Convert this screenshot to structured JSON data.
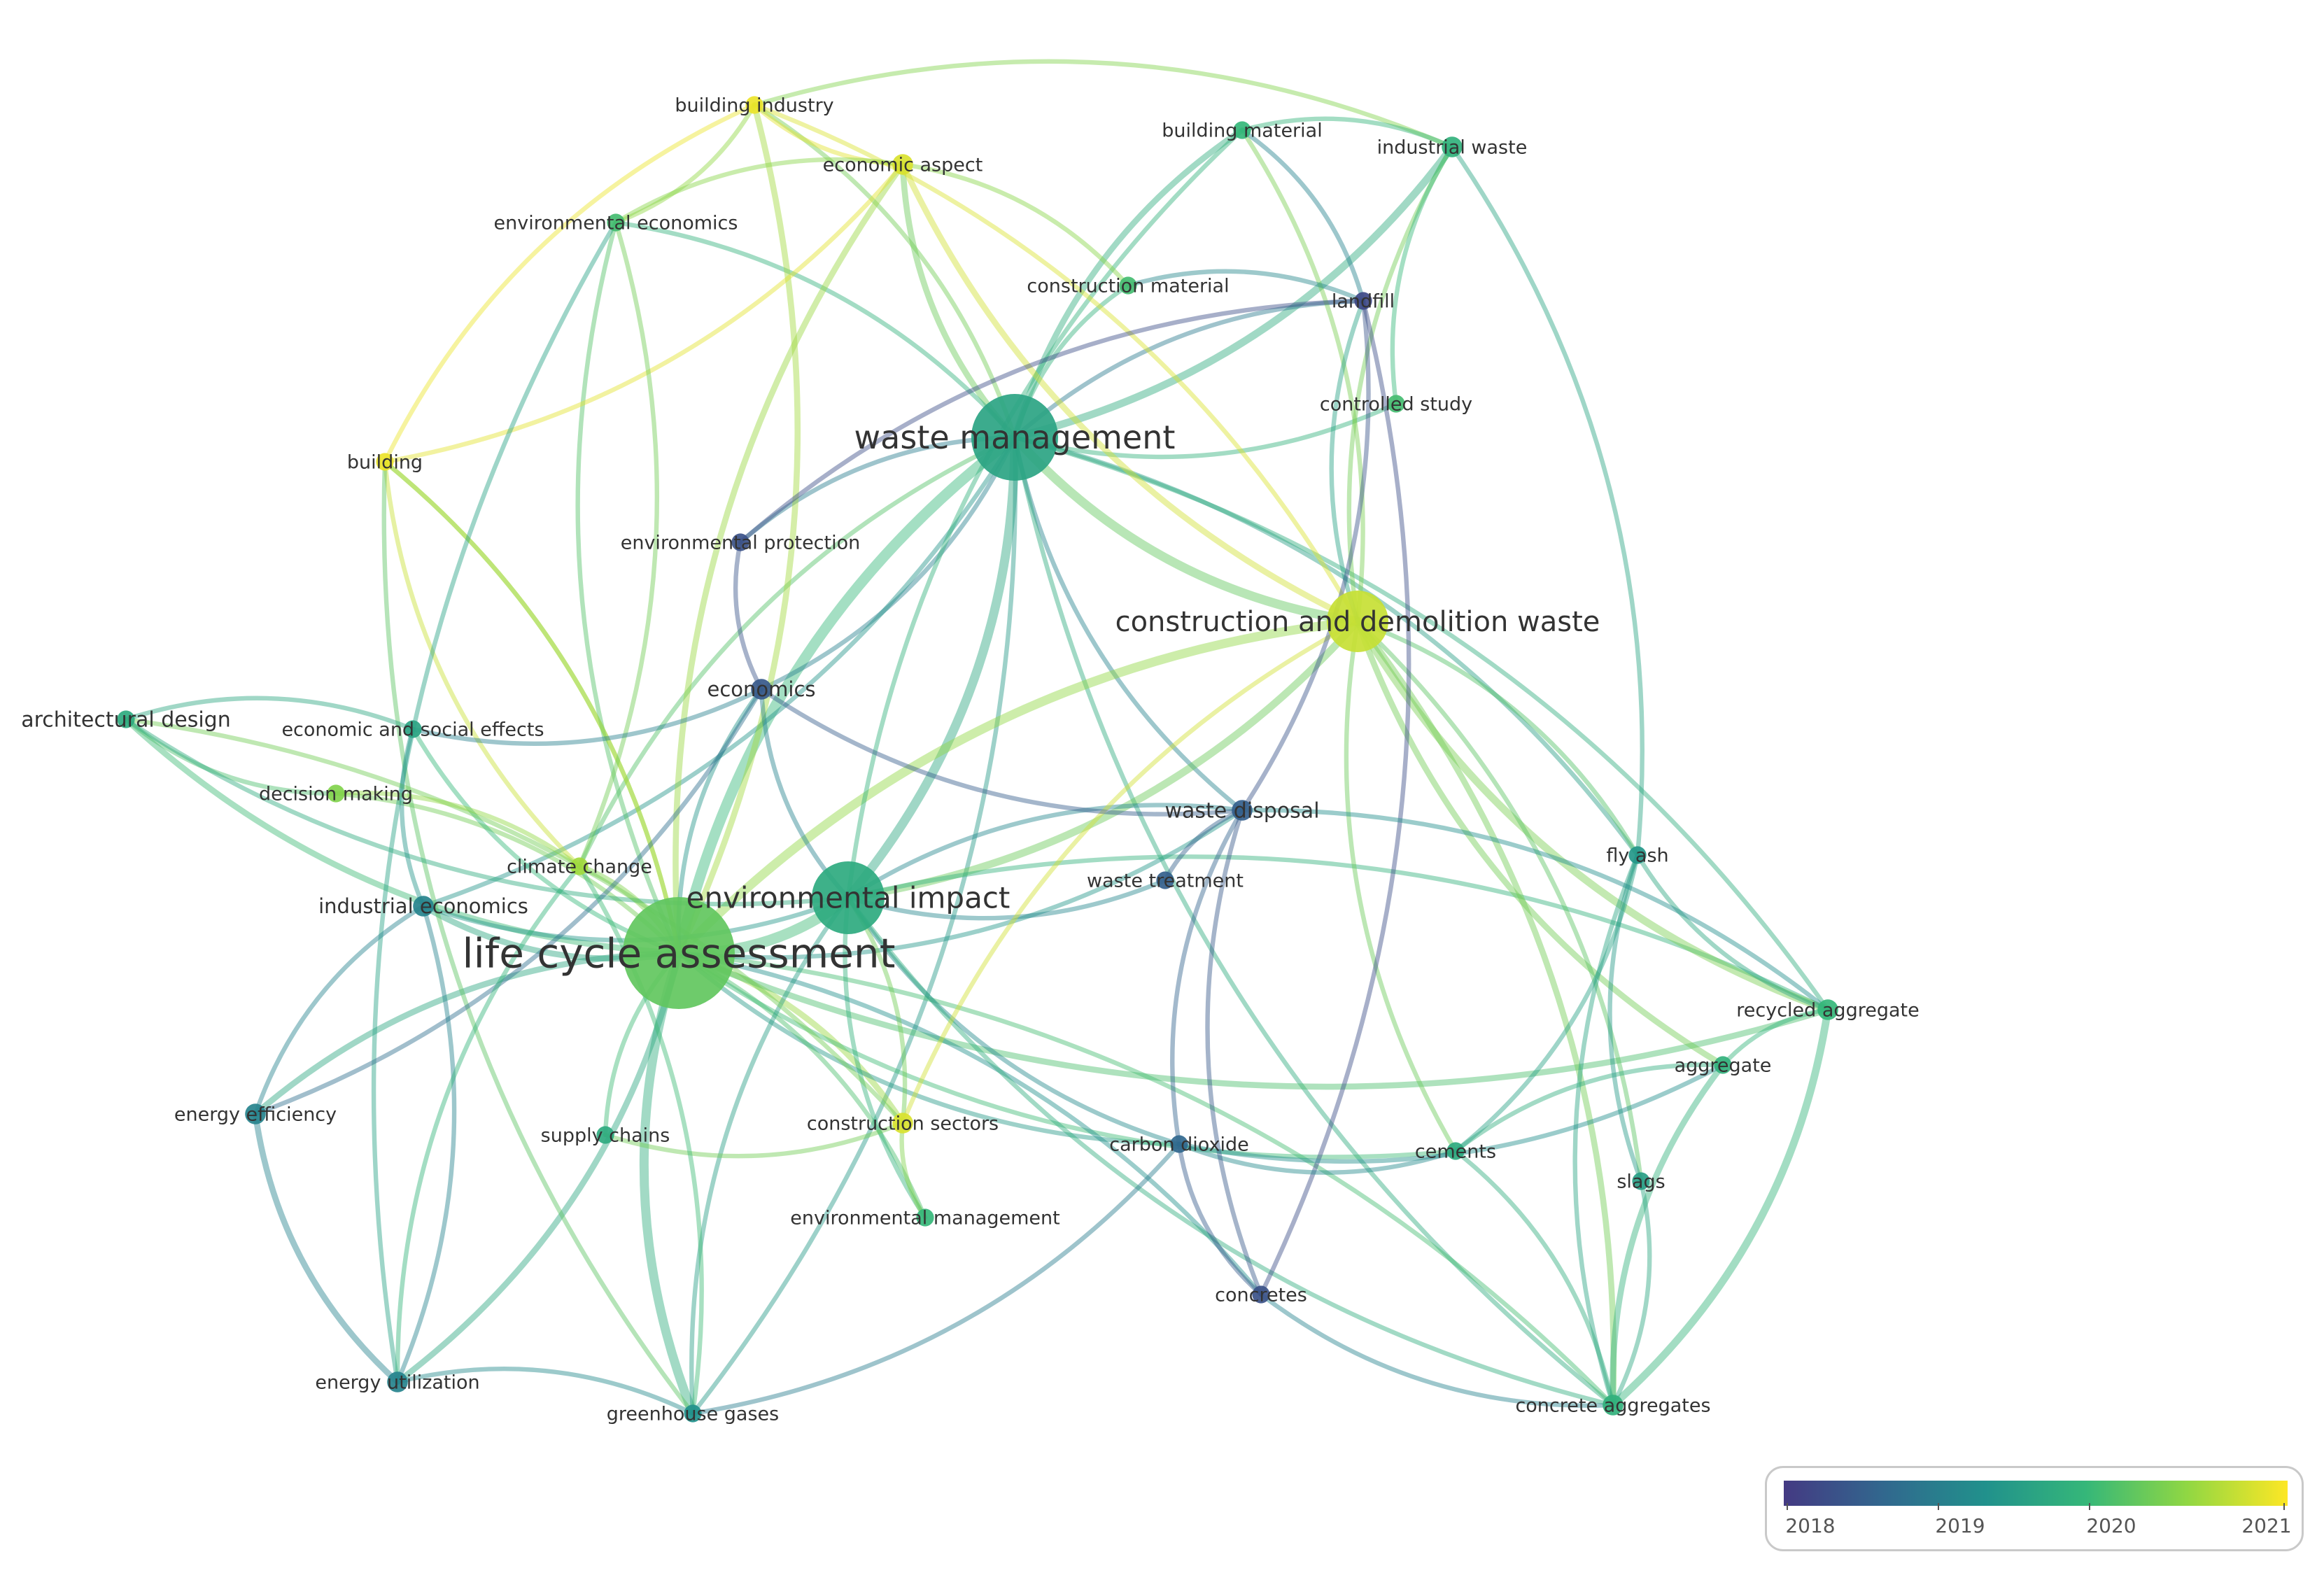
{
  "nodes": [
    {
      "id": "building_industry",
      "label": "building industry",
      "year": 2020.9,
      "weight": 3
    },
    {
      "id": "economic_aspect",
      "label": "economic aspect",
      "year": 2020.8,
      "weight": 4
    },
    {
      "id": "building_material",
      "label": "building material",
      "year": 2019.8,
      "weight": 3
    },
    {
      "id": "industrial_waste",
      "label": "industrial waste",
      "year": 2019.7,
      "weight": 4
    },
    {
      "id": "environmental_economics",
      "label": "environmental economics",
      "year": 2019.9,
      "weight": 3
    },
    {
      "id": "construction_material",
      "label": "construction material",
      "year": 2019.9,
      "weight": 3
    },
    {
      "id": "landfill",
      "label": "landfill",
      "year": 2018.2,
      "weight": 3
    },
    {
      "id": "controlled_study",
      "label": "controlled study",
      "year": 2019.9,
      "weight": 3
    },
    {
      "id": "waste_management",
      "label": "waste management",
      "year": 2019.5,
      "weight": 12
    },
    {
      "id": "building",
      "label": "building",
      "year": 2020.9,
      "weight": 3
    },
    {
      "id": "environmental_protection",
      "label": "environmental protection",
      "year": 2018.3,
      "weight": 3
    },
    {
      "id": "construction_and_demolition_waste",
      "label": "construction and demolition waste",
      "year": 2020.7,
      "weight": 9
    },
    {
      "id": "economics",
      "label": "economics",
      "year": 2018.4,
      "weight": 4
    },
    {
      "id": "architectural_design",
      "label": "architectural design",
      "year": 2019.6,
      "weight": 3
    },
    {
      "id": "economic_and_social_effects",
      "label": "economic and social effects",
      "year": 2019.5,
      "weight": 3
    },
    {
      "id": "decision_making",
      "label": "decision making",
      "year": 2020.3,
      "weight": 3
    },
    {
      "id": "waste_disposal",
      "label": "waste disposal",
      "year": 2018.5,
      "weight": 4
    },
    {
      "id": "climate_change",
      "label": "climate change",
      "year": 2020.5,
      "weight": 3
    },
    {
      "id": "fly_ash",
      "label": "fly ash",
      "year": 2019.3,
      "weight": 3
    },
    {
      "id": "industrial_economics",
      "label": "industrial economics",
      "year": 2019.0,
      "weight": 4
    },
    {
      "id": "environmental_impact",
      "label": "environmental impact",
      "year": 2019.6,
      "weight": 10
    },
    {
      "id": "waste_treatment",
      "label": "waste treatment",
      "year": 2018.5,
      "weight": 3
    },
    {
      "id": "life_cycle_assessment",
      "label": "life cycle assessment",
      "year": 2020.1,
      "weight": 18
    },
    {
      "id": "recycled_aggregate",
      "label": "recycled aggregate",
      "year": 2019.8,
      "weight": 4
    },
    {
      "id": "aggregate",
      "label": "aggregate",
      "year": 2019.7,
      "weight": 3
    },
    {
      "id": "energy_efficiency",
      "label": "energy efficiency",
      "year": 2019.0,
      "weight": 4
    },
    {
      "id": "supply_chains",
      "label": "supply chains",
      "year": 2019.6,
      "weight": 3
    },
    {
      "id": "construction_sectors",
      "label": "construction sectors",
      "year": 2020.8,
      "weight": 4
    },
    {
      "id": "carbon_dioxide",
      "label": "carbon dioxide",
      "year": 2018.6,
      "weight": 3
    },
    {
      "id": "cements",
      "label": "cements",
      "year": 2019.6,
      "weight": 3
    },
    {
      "id": "slags",
      "label": "slags",
      "year": 2019.4,
      "weight": 3
    },
    {
      "id": "environmental_management",
      "label": "environmental management",
      "year": 2019.8,
      "weight": 3
    },
    {
      "id": "concretes",
      "label": "concretes",
      "year": 2018.3,
      "weight": 3
    },
    {
      "id": "energy_utilization",
      "label": "energy utilization",
      "year": 2019.0,
      "weight": 4
    },
    {
      "id": "concrete_aggregates",
      "label": "concrete aggregates",
      "year": 2019.7,
      "weight": 4
    },
    {
      "id": "greenhouse_gases",
      "label": "greenhouse gases",
      "year": 2019.2,
      "weight": 3
    }
  ],
  "edges": [
    [
      "waste_management",
      "life_cycle_assessment",
      6
    ],
    [
      "waste_management",
      "environmental_impact",
      5
    ],
    [
      "waste_management",
      "construction_and_demolition_waste",
      5
    ],
    [
      "waste_management",
      "building_material",
      3
    ],
    [
      "waste_management",
      "industrial_waste",
      4
    ],
    [
      "waste_management",
      "economic_aspect",
      3
    ],
    [
      "waste_management",
      "building_industry",
      2
    ],
    [
      "waste_management",
      "landfill",
      2
    ],
    [
      "waste_management",
      "controlled_study",
      2
    ],
    [
      "waste_management",
      "construction_material",
      2
    ],
    [
      "waste_management",
      "waste_disposal",
      2
    ],
    [
      "waste_management",
      "economics",
      2
    ],
    [
      "waste_management",
      "environmental_economics",
      2
    ],
    [
      "waste_management",
      "fly_ash",
      2
    ],
    [
      "waste_management",
      "concrete_aggregates",
      2
    ],
    [
      "waste_management",
      "recycled_aggregate",
      2
    ],
    [
      "waste_management",
      "climate_change",
      2
    ],
    [
      "waste_management",
      "greenhouse_gases",
      2
    ],
    [
      "waste_management",
      "environmental_protection",
      2
    ],
    [
      "waste_management",
      "industrial_economics",
      2
    ],
    [
      "life_cycle_assessment",
      "environmental_impact",
      6
    ],
    [
      "life_cycle_assessment",
      "construction_and_demolition_waste",
      5
    ],
    [
      "life_cycle_assessment",
      "greenhouse_gases",
      5
    ],
    [
      "life_cycle_assessment",
      "energy_utilization",
      3
    ],
    [
      "life_cycle_assessment",
      "energy_efficiency",
      3
    ],
    [
      "life_cycle_assessment",
      "industrial_economics",
      3
    ],
    [
      "life_cycle_assessment",
      "climate_change",
      3
    ],
    [
      "life_cycle_assessment",
      "architectural_design",
      3
    ],
    [
      "life_cycle_assessment",
      "decision_making",
      2
    ],
    [
      "life_cycle_assessment",
      "economic_and_social_effects",
      2
    ],
    [
      "life_cycle_assessment",
      "supply_chains",
      2
    ],
    [
      "life_cycle_assessment",
      "construction_sectors",
      3
    ],
    [
      "life_cycle_assessment",
      "carbon_dioxide",
      2
    ],
    [
      "life_cycle_assessment",
      "environmental_management",
      2
    ],
    [
      "life_cycle_assessment",
      "building",
      2
    ],
    [
      "life_cycle_assessment",
      "economic_aspect",
      3
    ],
    [
      "life_cycle_assessment",
      "building_industry",
      3
    ],
    [
      "life_cycle_assessment",
      "economics",
      2
    ],
    [
      "life_cycle_assessment",
      "recycled_aggregate",
      3
    ],
    [
      "life_cycle_assessment",
      "concrete_aggregates",
      2
    ],
    [
      "life_cycle_assessment",
      "cements",
      2
    ],
    [
      "life_cycle_assessment",
      "concretes",
      2
    ],
    [
      "life_cycle_assessment",
      "waste_disposal",
      2
    ],
    [
      "life_cycle_assessment",
      "environmental_economics",
      2
    ],
    [
      "environmental_impact",
      "construction_and_demolition_waste",
      4
    ],
    [
      "environmental_impact",
      "economics",
      2
    ],
    [
      "environmental_impact",
      "waste_treatment",
      2
    ],
    [
      "environmental_impact",
      "waste_disposal",
      2
    ],
    [
      "environmental_impact",
      "carbon_dioxide",
      2
    ],
    [
      "environmental_impact",
      "construction_sectors",
      2
    ],
    [
      "environmental_impact",
      "environmental_management",
      2
    ],
    [
      "environmental_impact",
      "industrial_economics",
      2
    ],
    [
      "environmental_impact",
      "greenhouse_gases",
      2
    ],
    [
      "environmental_impact",
      "building_material",
      2
    ],
    [
      "environmental_impact",
      "concrete_aggregates",
      2
    ],
    [
      "environmental_impact",
      "recycled_aggregate",
      2
    ],
    [
      "construction_and_demolition_waste",
      "recycled_aggregate",
      4
    ],
    [
      "construction_and_demolition_waste",
      "concrete_aggregates",
      3
    ],
    [
      "construction_and_demolition_waste",
      "aggregate",
      3
    ],
    [
      "construction_and_demolition_waste",
      "industrial_waste",
      2
    ],
    [
      "construction_and_demolition_waste",
      "building_material",
      2
    ],
    [
      "construction_and_demolition_waste",
      "economic_aspect",
      3
    ],
    [
      "construction_and_demolition_waste",
      "building_industry",
      2
    ],
    [
      "construction_and_demolition_waste",
      "fly_ash",
      2
    ],
    [
      "construction_and_demolition_waste",
      "cements",
      2
    ],
    [
      "construction_and_demolition_waste",
      "landfill",
      2
    ],
    [
      "construction_and_demolition_waste",
      "construction_sectors",
      2
    ],
    [
      "construction_and_demolition_waste",
      "slags",
      2
    ],
    [
      "building_industry",
      "building",
      2
    ],
    [
      "building_industry",
      "environmental_economics",
      2
    ],
    [
      "building_industry",
      "economic_aspect",
      2
    ],
    [
      "building_industry",
      "industrial_waste",
      2
    ],
    [
      "building",
      "climate_change",
      2
    ],
    [
      "building",
      "life_cycle_assessment",
      2
    ],
    [
      "building",
      "greenhouse_gases",
      2
    ],
    [
      "economic_aspect",
      "building",
      2
    ],
    [
      "economic_aspect",
      "environmental_economics",
      2
    ],
    [
      "environmental_economics",
      "climate_change",
      2
    ],
    [
      "environmental_economics",
      "energy_utilization",
      2
    ],
    [
      "landfill",
      "waste_disposal",
      2
    ],
    [
      "landfill",
      "environmental_protection",
      2
    ],
    [
      "landfill",
      "concretes",
      2
    ],
    [
      "landfill",
      "building_material",
      2
    ],
    [
      "controlled_study",
      "industrial_waste",
      2
    ],
    [
      "architectural_design",
      "decision_making",
      2
    ],
    [
      "architectural_design",
      "economic_and_social_effects",
      2
    ],
    [
      "architectural_design",
      "environmental_impact",
      2
    ],
    [
      "architectural_design",
      "construction_sectors",
      2
    ],
    [
      "energy_efficiency",
      "energy_utilization",
      3
    ],
    [
      "energy_efficiency",
      "industrial_economics",
      2
    ],
    [
      "energy_efficiency",
      "economics",
      2
    ],
    [
      "energy_utilization",
      "greenhouse_gases",
      2
    ],
    [
      "energy_utilization",
      "industrial_economics",
      2
    ],
    [
      "energy_utilization",
      "climate_change",
      2
    ],
    [
      "concrete_aggregates",
      "recycled_aggregate",
      4
    ],
    [
      "concrete_aggregates",
      "aggregate",
      3
    ],
    [
      "concrete_aggregates",
      "slags",
      2
    ],
    [
      "concrete_aggregates",
      "fly_ash",
      2
    ],
    [
      "concrete_aggregates",
      "cements",
      2
    ],
    [
      "concrete_aggregates",
      "concretes",
      2
    ],
    [
      "recycled_aggregate",
      "aggregate",
      2
    ],
    [
      "recycled_aggregate",
      "fly_ash",
      2
    ],
    [
      "aggregate",
      "cements",
      2
    ],
    [
      "aggregate",
      "carbon_dioxide",
      2
    ],
    [
      "fly_ash",
      "slags",
      2
    ],
    [
      "fly_ash",
      "cements",
      2
    ],
    [
      "carbon_dioxide",
      "concretes",
      2
    ],
    [
      "carbon_dioxide",
      "waste_disposal",
      2
    ],
    [
      "carbon_dioxide",
      "cements",
      2
    ],
    [
      "economics",
      "environmental_protection",
      2
    ],
    [
      "economics",
      "waste_disposal",
      2
    ],
    [
      "economics",
      "economic_and_social_effects",
      2
    ],
    [
      "industrial_waste",
      "building_material",
      2
    ],
    [
      "industrial_waste",
      "fly_ash",
      2
    ],
    [
      "construction_material",
      "economic_aspect",
      2
    ],
    [
      "construction_material",
      "landfill",
      2
    ],
    [
      "supply_chains",
      "construction_sectors",
      2
    ],
    [
      "environmental_management",
      "construction_sectors",
      2
    ],
    [
      "greenhouse_gases",
      "climate_change",
      2
    ],
    [
      "decision_making",
      "climate_change",
      2
    ],
    [
      "economic_and_social_effects",
      "industrial_economics",
      2
    ],
    [
      "waste_treatment",
      "waste_disposal",
      2
    ],
    [
      "waste_disposal",
      "concretes",
      2
    ],
    [
      "waste_disposal",
      "recycled_aggregate",
      2
    ],
    [
      "greenhouse_gases",
      "carbon_dioxide",
      2
    ]
  ],
  "legend": {
    "ticks": [
      "2018",
      "2019",
      "2020",
      "2021"
    ],
    "colors": [
      "#443a83",
      "#31688e",
      "#21918c",
      "#35b779",
      "#90d743",
      "#fde725"
    ]
  }
}
